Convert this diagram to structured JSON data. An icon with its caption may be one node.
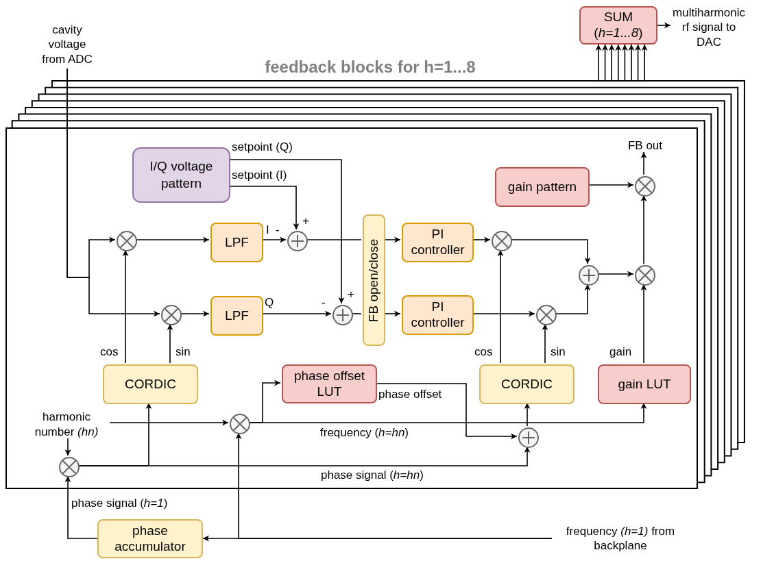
{
  "diagram": {
    "title": "feedback blocks for h=1...8",
    "nodes": [
      {
        "text": [],
        "shape": "box"
      },
      {
        "text": [
          "SUM (*h=1...8*)"
        ]
      },
      {
        "text": [
          "multiharmonic rf signal to DAC"
        ]
      },
      {
        "text": [
          "cavity voltage from ADC"
        ]
      },
      {
        "text": [
          "I/Q voltage pattern"
        ],
        "in": 0
      },
      {
        "text": [],
        "shape": "multiplier",
        "in": 0
      },
      {
        "text": [
          "LPF"
        ],
        "in": 0
      },
      {
        "text": [],
        "shape": "adder",
        "in": 0
      },
      {
        "text": [],
        "shape": "multiplier",
        "in": 0
      },
      {
        "text": [
          "LPF"
        ],
        "in": 0
      },
      {
        "text": [],
        "shape": "adder",
        "in": 0
      },
      {
        "text": [
          "FB open/close"
        ],
        "in": 0
      },
      {
        "text": [
          "PI controller"
        ],
        "in": 0
      },
      {
        "text": [
          "PI controller"
        ],
        "in": 0
      },
      {
        "text": [],
        "shape": "multiplier",
        "in": 0
      },
      {
        "text": [],
        "shape": "multiplier",
        "in": 0
      },
      {
        "text": [],
        "shape": "adder",
        "in": 0
      },
      {
        "text": [
          "gain pattern"
        ],
        "in": 0
      },
      {
        "text": [],
        "shape": "multiplier",
        "in": 0
      },
      {
        "text": [],
        "shape": "multiplier",
        "in": 0
      },
      {
        "text": [
          "FB out"
        ],
        "in": 0
      },
      {
        "text": [
          "CORDIC"
        ],
        "in": 0
      },
      {
        "text": [
          "phase offset LUT"
        ],
        "in": 0
      },
      {
        "text": [
          "CORDIC"
        ],
        "in": 0
      },
      {
        "text": [
          "gain LUT"
        ],
        "in": 0
      },
      {
        "text": [
          "harmonic number *(hn)*"
        ],
        "in": 0
      },
      {
        "text": [],
        "shape": "multiplier",
        "in": 0
      },
      {
        "text": [],
        "shape": "multiplier",
        "in": 0
      },
      {
        "text": [],
        "shape": "adder",
        "in": 0
      },
      {
        "text": [
          "phase accumulator"
        ]
      },
      {
        "text": [
          "frequency *(h=1)* from backplane"
        ]
      }
    ],
    "edges": [
      {
        "from": null,
        "to": 1,
        "arrow": "to"
      },
      {
        "from": null,
        "to": 1,
        "arrow": "to"
      },
      {
        "from": null,
        "to": 1,
        "arrow": "to"
      },
      {
        "from": null,
        "to": 1,
        "arrow": "to"
      },
      {
        "from": null,
        "to": 1,
        "arrow": "to"
      },
      {
        "from": null,
        "to": 1,
        "arrow": "to"
      },
      {
        "from": null,
        "to": 1,
        "arrow": "to"
      },
      {
        "from": null,
        "to": 1,
        "arrow": "to"
      },
      {
        "from": 1,
        "to": 2,
        "arrow": "to"
      },
      {
        "from": 3,
        "to": 5,
        "arrow": "to"
      },
      {
        "from": 3,
        "to": 8,
        "arrow": "to"
      },
      {
        "from": 5,
        "to": 6,
        "arrow": "to"
      },
      {
        "from": 6,
        "to": 7,
        "arrow": "to",
        "label": "I"
      },
      {
        "from": 4,
        "to": 7,
        "arrow": "to",
        "label": "setpoint (I)"
      },
      {
        "from": 4,
        "to": 10,
        "arrow": "to",
        "label": "setpoint (Q)"
      },
      {
        "from": 8,
        "to": 9,
        "arrow": "to"
      },
      {
        "from": 9,
        "to": 10,
        "arrow": "to",
        "label": "Q"
      },
      {
        "from": 7,
        "to": 11,
        "arrow": "none"
      },
      {
        "from": 11,
        "to": 12,
        "arrow": "to"
      },
      {
        "from": 10,
        "to": 11,
        "arrow": "none"
      },
      {
        "from": 11,
        "to": 13,
        "arrow": "to"
      },
      {
        "from": 12,
        "to": 14,
        "arrow": "to"
      },
      {
        "from": 13,
        "to": 15,
        "arrow": "to"
      },
      {
        "from": 14,
        "to": 16,
        "arrow": "to"
      },
      {
        "from": 15,
        "to": 16,
        "arrow": "to"
      },
      {
        "from": 16,
        "to": 19,
        "arrow": "to"
      },
      {
        "from": 19,
        "to": 18,
        "arrow": "to"
      },
      {
        "from": 17,
        "to": 18,
        "arrow": "to"
      },
      {
        "from": 18,
        "to": 20,
        "arrow": "to"
      },
      {
        "from": 21,
        "to": 5,
        "arrow": "to",
        "label": "cos"
      },
      {
        "from": 21,
        "to": 8,
        "arrow": "to",
        "label": "sin"
      },
      {
        "from": 23,
        "to": 14,
        "arrow": "to",
        "label": "cos"
      },
      {
        "from": 23,
        "to": 15,
        "arrow": "to",
        "label": "sin"
      },
      {
        "from": 24,
        "to": 19,
        "arrow": "to",
        "label": "gain"
      },
      {
        "from": 25,
        "to": 27,
        "arrow": "to"
      },
      {
        "from": 25,
        "to": 26,
        "arrow": "to"
      },
      {
        "from": 27,
        "to": 22,
        "arrow": "to"
      },
      {
        "from": 27,
        "to": 24,
        "arrow": "to",
        "label": "frequency (*h=hn*)"
      },
      {
        "from": 22,
        "to": 28,
        "arrow": "to",
        "label": "phase offset"
      },
      {
        "from": 28,
        "to": 23,
        "arrow": "to"
      },
      {
        "from": 26,
        "to": 21,
        "arrow": "to"
      },
      {
        "from": 26,
        "to": 28,
        "arrow": "to",
        "label": "phase signal (*h=hn*)"
      },
      {
        "from": 29,
        "to": 26,
        "arrow": "to",
        "label": "phase signal (*h=1*)"
      },
      {
        "from": 30,
        "to": 29,
        "arrow": "to"
      },
      {
        "from": 30,
        "to": 27,
        "arrow": "to"
      }
    ],
    "labels": [
      "+",
      "-",
      "+",
      "-"
    ]
  }
}
